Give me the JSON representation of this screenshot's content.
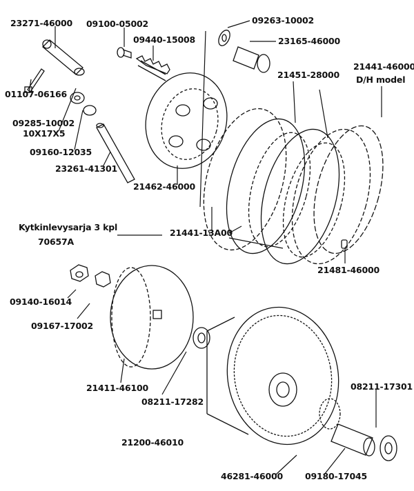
{
  "labels": {
    "p23271": "23271-46000",
    "p09100": "09100-05002",
    "p09263": "09263-10002",
    "p09440": "09440-15008",
    "p23165": "23165-46000",
    "p21441_46000": "21441-46000",
    "dh_model": "D/H model",
    "p21451": "21451-28000",
    "p01107": "01107-06166",
    "p09285": "09285-10002",
    "p09285_size": "10X17X5",
    "p09160": "09160-12035",
    "p23261": "23261-41301",
    "p21462": "21462-46000",
    "kit_name": "Kytkinlevysarja 3 kpl",
    "kit_code": "70657A",
    "p21441_13A00": "21441-13A00",
    "p21481": "21481-46000",
    "p09140": "09140-16014",
    "p09167": "09167-17002",
    "p21411": "21411-46100",
    "p08211_17282": "08211-17282",
    "p08211_17301": "08211-17301",
    "p21200": "21200-46010",
    "p46281": "46281-46000",
    "p09180": "09180-17045"
  }
}
